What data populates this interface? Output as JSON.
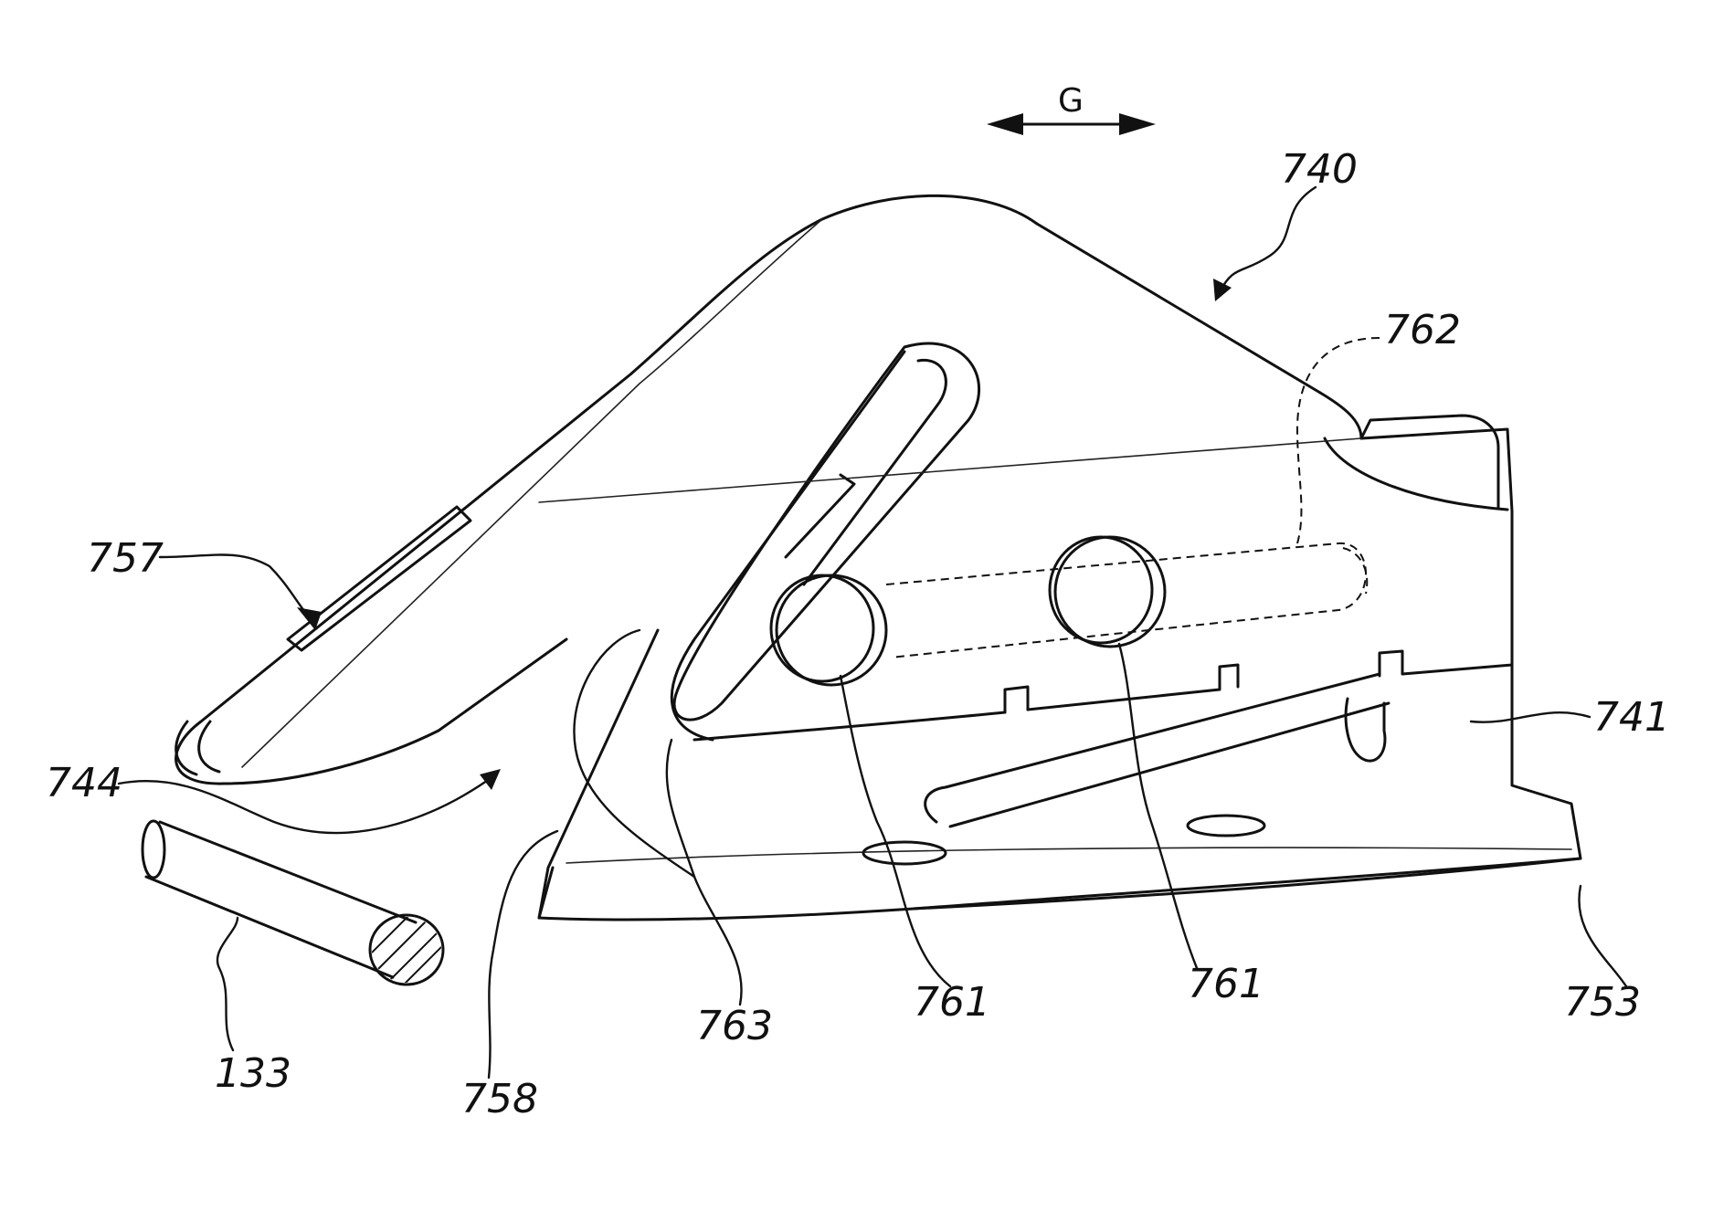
{
  "labels": {
    "direction": "G",
    "assembly": "740",
    "dashed_path": "762",
    "slot": "757",
    "side_wall": "741",
    "opening": "744",
    "rod": "133",
    "front_edge": "758",
    "ramp": "763",
    "pin_left": "761",
    "pin_right": "761",
    "base_flange": "753"
  }
}
